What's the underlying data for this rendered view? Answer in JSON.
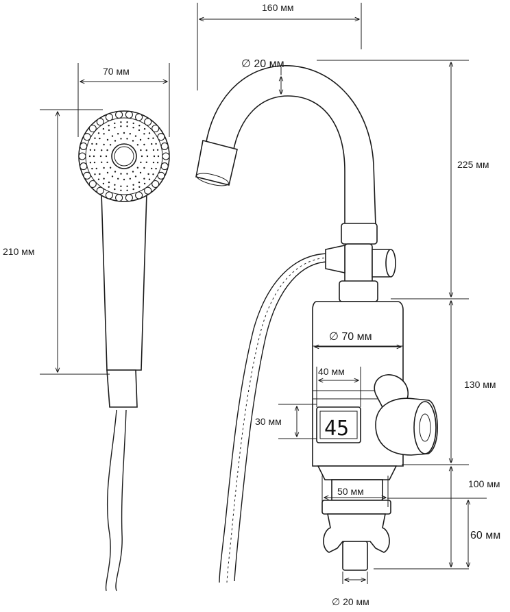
{
  "dimensions": {
    "spout_reach": "160 мм",
    "spout_diameter": "∅ 20 мм",
    "spout_height": "225 мм",
    "shower_head_width": "70 мм",
    "shower_length": "210 мм",
    "body_diameter": "∅ 70 мм",
    "display_width": "40 мм",
    "display_height": "30 мм",
    "body_height": "130 мм",
    "connector_width": "50 мм",
    "base_height": "100 мм",
    "thread_height": "60 мм",
    "inlet_diameter": "∅ 20 мм"
  },
  "display": {
    "temperature": "45"
  }
}
